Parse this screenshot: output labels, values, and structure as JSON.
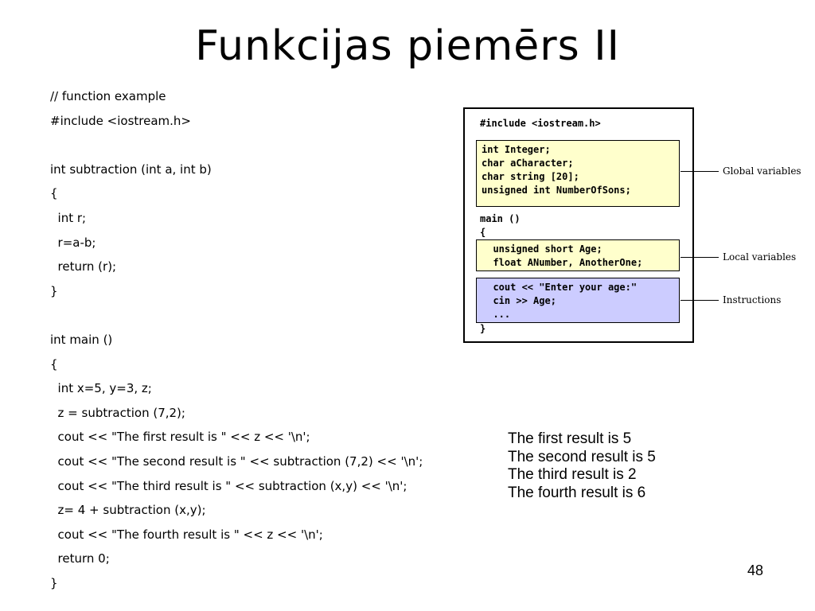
{
  "slide": {
    "title": "Funkcijas piemērs II",
    "page_number": "48"
  },
  "code_lines": [
    "// function example",
    "#include <iostream.h>",
    "",
    "int subtraction (int a, int b)",
    "{",
    "  int r;",
    "  r=a-b;",
    "  return (r);",
    "}",
    "",
    "int main ()",
    "{",
    "  int x=5, y=3, z;",
    "  z = subtraction (7,2);",
    "  cout << \"The first result is \" << z << '\\n';",
    "  cout << \"The second result is \" << subtraction (7,2) << '\\n';",
    "  cout << \"The third result is \" << subtraction (x,y) << '\\n';",
    "  z= 4 + subtraction (x,y);",
    "  cout << \"The fourth result is \" << z << '\\n';",
    "  return 0;",
    "}"
  ],
  "diagram": {
    "include_line": "#include <iostream.h>",
    "global_lines": [
      "int Integer;",
      "char aCharacter;",
      "char string [20];",
      "unsigned int NumberOfSons;"
    ],
    "main_line": "main ()",
    "open_brace": "{",
    "local_lines": [
      "  unsigned short Age;",
      "  float ANumber, AnotherOne;"
    ],
    "instruction_lines": [
      "  cout << \"Enter your age:\"",
      "  cin >> Age;",
      "  ..."
    ],
    "close_brace": "}",
    "labels": {
      "global": "Global variables",
      "local": "Local variables",
      "instructions": "Instructions"
    },
    "colors": {
      "global_fill": "#ffffcc",
      "local_fill": "#ffffcc",
      "instructions_fill": "#ccccff"
    }
  },
  "output_lines": [
    "The first result is 5",
    "The second result is 5",
    "The third result is 2",
    "The fourth result is 6"
  ]
}
